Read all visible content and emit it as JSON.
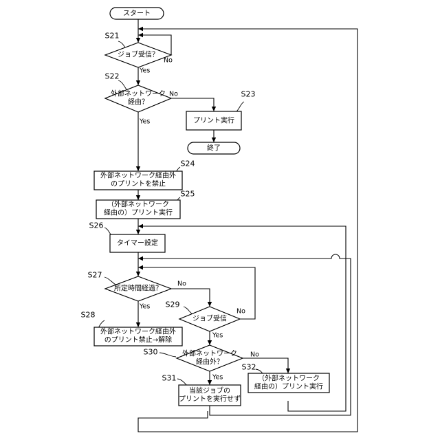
{
  "nodes": {
    "start": {
      "lines": [
        "スタート"
      ]
    },
    "s21": {
      "step": "S21",
      "lines": [
        "ジョブ受信？"
      ],
      "no": "No",
      "yes": "Yes"
    },
    "s22": {
      "step": "S22",
      "lines": [
        "外部ネットワーク",
        "経由？"
      ],
      "no": "No",
      "yes": "Yes"
    },
    "s23": {
      "step": "S23",
      "lines": [
        "プリント実行"
      ]
    },
    "end": {
      "lines": [
        "終了"
      ]
    },
    "s24": {
      "step": "S24",
      "lines": [
        "外部ネットワーク経由外",
        "のプリントを禁止"
      ]
    },
    "s25": {
      "step": "S25",
      "lines": [
        "（外部ネットワーク",
        "経由の）プリント実行"
      ]
    },
    "s26": {
      "step": "S26",
      "lines": [
        "タイマー設定"
      ]
    },
    "s27": {
      "step": "S27",
      "lines": [
        "所定時間経過？"
      ],
      "no": "No",
      "yes": "Yes"
    },
    "s28": {
      "step": "S28",
      "lines": [
        "外部ネットワーク経由外",
        "のプリント禁止→解除"
      ]
    },
    "s29": {
      "step": "S29",
      "lines": [
        "ジョブ受信"
      ],
      "no": "No",
      "yes": "Yes"
    },
    "s30": {
      "step": "S30",
      "lines": [
        "外部ネットワーク",
        "経由外？"
      ],
      "no": "No",
      "yes": "Yes"
    },
    "s31": {
      "step": "S31",
      "lines": [
        "当該ジョブの",
        "プリントを実行せず"
      ]
    },
    "s32": {
      "step": "S32",
      "lines": [
        "（外部ネットワーク",
        "経由の）プリント実行"
      ]
    }
  }
}
